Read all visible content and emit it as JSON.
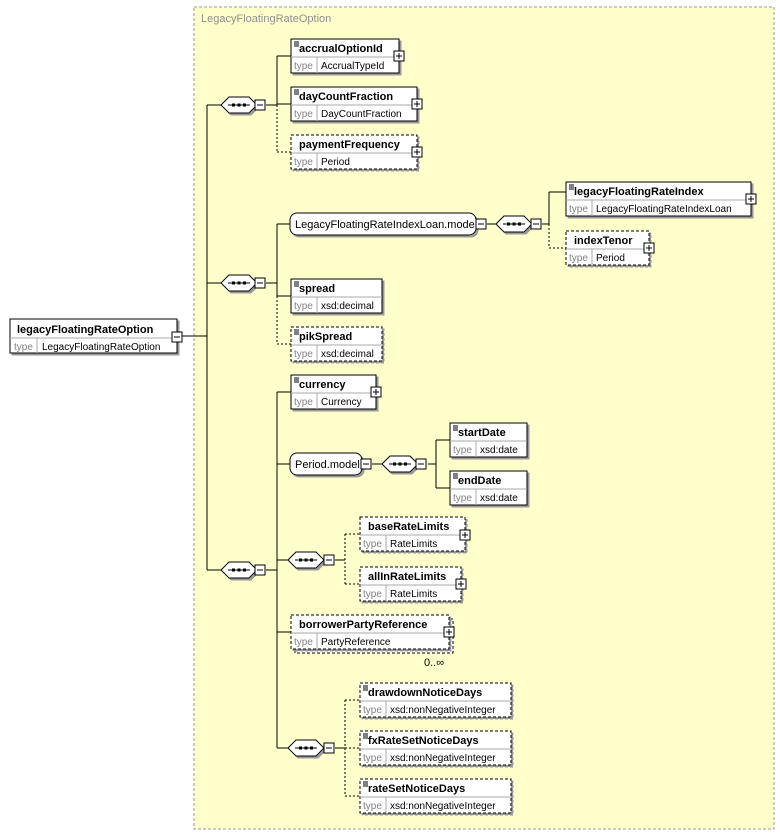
{
  "root": {
    "name": "legacyFloatingRateOption",
    "type_key": "type",
    "type_value": "LegacyFloatingRateOption"
  },
  "group_title": "LegacyFloatingRateOption",
  "elements": {
    "accrualOptionId": {
      "name": "accrualOptionId",
      "type_key": "type",
      "type_value": "AccrualTypeId"
    },
    "dayCountFraction": {
      "name": "dayCountFraction",
      "type_key": "type",
      "type_value": "DayCountFraction"
    },
    "paymentFrequency": {
      "name": "paymentFrequency",
      "type_key": "type",
      "type_value": "Period"
    },
    "loanModel": {
      "name": "LegacyFloatingRateIndexLoan.model"
    },
    "legacyFloatingRateIndex": {
      "name": "legacyFloatingRateIndex",
      "type_key": "type",
      "type_value": "LegacyFloatingRateIndexLoan"
    },
    "indexTenor": {
      "name": "indexTenor",
      "type_key": "type",
      "type_value": "Period"
    },
    "spread": {
      "name": "spread",
      "type_key": "type",
      "type_value": "xsd:decimal"
    },
    "pikSpread": {
      "name": "pikSpread",
      "type_key": "type",
      "type_value": "xsd:decimal"
    },
    "currency": {
      "name": "currency",
      "type_key": "type",
      "type_value": "Currency"
    },
    "periodModel": {
      "name": "Period.model"
    },
    "startDate": {
      "name": "startDate",
      "type_key": "type",
      "type_value": "xsd:date"
    },
    "endDate": {
      "name": "endDate",
      "type_key": "type",
      "type_value": "xsd:date"
    },
    "baseRateLimits": {
      "name": "baseRateLimits",
      "type_key": "type",
      "type_value": "RateLimits"
    },
    "allInRateLimits": {
      "name": "allInRateLimits",
      "type_key": "type",
      "type_value": "RateLimits"
    },
    "borrowerPartyReference": {
      "name": "borrowerPartyReference",
      "type_key": "type",
      "type_value": "PartyReference",
      "cardinality": "0..∞"
    },
    "drawdownNoticeDays": {
      "name": "drawdownNoticeDays",
      "type_key": "type",
      "type_value": "xsd:nonNegativeInteger"
    },
    "fxRateSetNoticeDays": {
      "name": "fxRateSetNoticeDays",
      "type_key": "type",
      "type_value": "xsd:nonNegativeInteger"
    },
    "rateSetNoticeDays": {
      "name": "rateSetNoticeDays",
      "type_key": "type",
      "type_value": "xsd:nonNegativeInteger"
    }
  },
  "colors": {
    "group_fill": "#ffffcc",
    "group_border": "#999999",
    "group_title": "#909090",
    "text": "#000000",
    "type_label": "#808080"
  }
}
